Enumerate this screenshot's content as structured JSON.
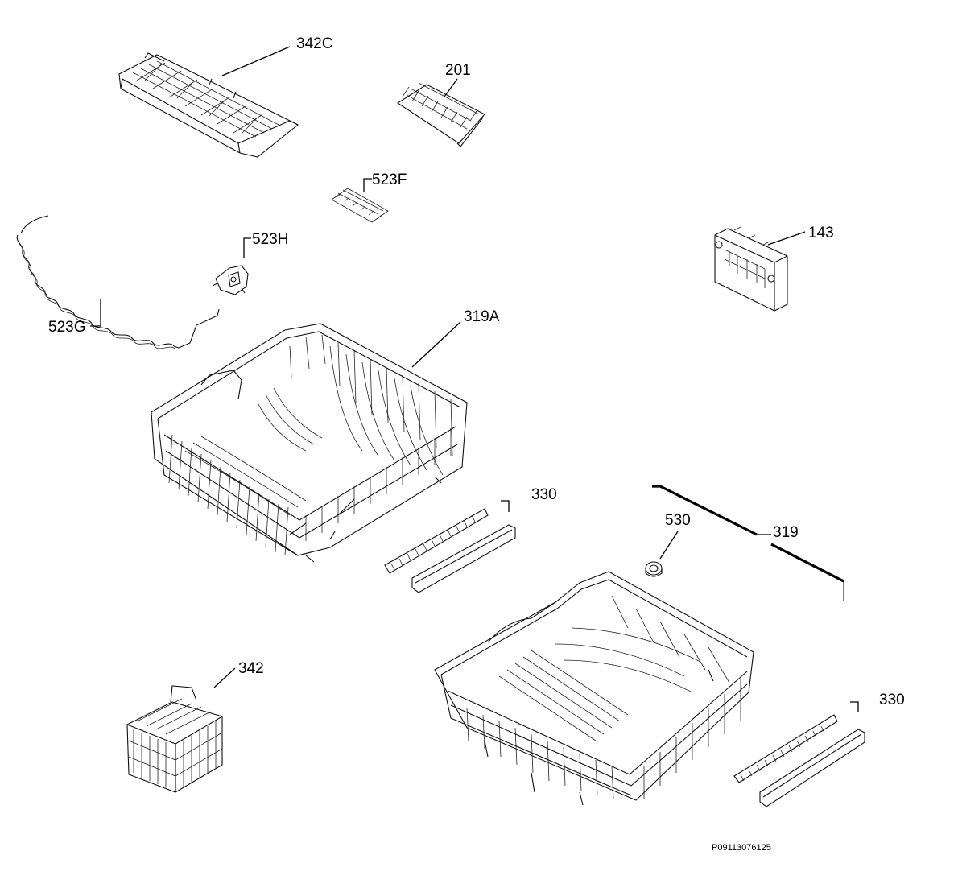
{
  "diagram": {
    "labels": {
      "p342C": "342C",
      "p201": "201",
      "p523F": "523F",
      "p523H": "523H",
      "p523G": "523G",
      "p143": "143",
      "p319A": "319A",
      "p330a": "330",
      "p530": "530",
      "p319": "319",
      "p342": "342",
      "p330b": "330"
    },
    "footer_code": "P09113076125"
  }
}
